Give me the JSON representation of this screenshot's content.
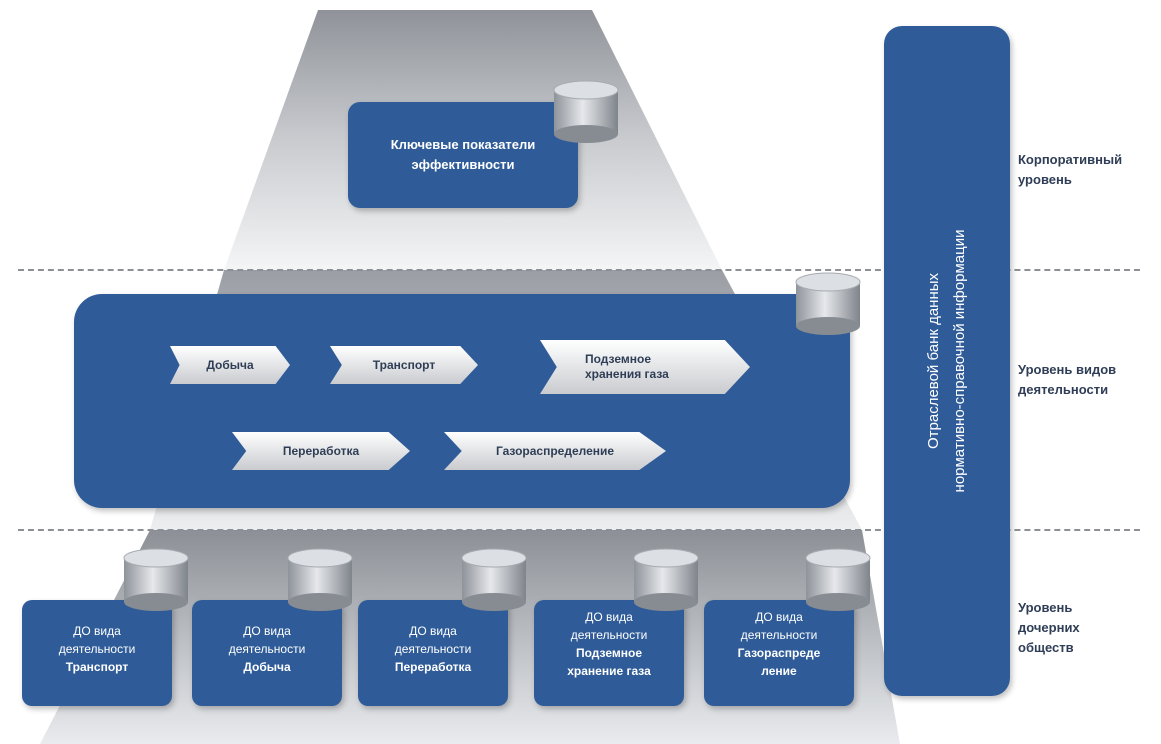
{
  "vertical_bank": {
    "line1": "Отраслевой банк данных",
    "line2": "нормативно-справочной информации"
  },
  "levels": [
    {
      "label": "Корпоративный уровень"
    },
    {
      "label": "Уровень видов деятельности"
    },
    {
      "label": "Уровень дочерних обществ"
    }
  ],
  "corporate_box": {
    "label": "Ключевые показатели эффективности"
  },
  "activities": {
    "row1": [
      "Добыча",
      "Транспорт",
      "Подземное хранения газа"
    ],
    "row2": [
      "Переработка",
      "Газораспределение"
    ]
  },
  "subsidiaries": [
    {
      "line1": "ДО вида",
      "line2": "деятельности",
      "line3": "Транспорт"
    },
    {
      "line1": "ДО вида",
      "line2": "деятельности",
      "line3": "Добыча"
    },
    {
      "line1": "ДО вида",
      "line2": "деятельности",
      "line3": "Переработка"
    },
    {
      "line1": "ДО вида",
      "line2": "деятельности",
      "line3": "Подземное хранение газа"
    },
    {
      "line1": "ДО вида",
      "line2": "деятельности",
      "line3": "Газораспреде ление"
    }
  ],
  "colors": {
    "box": "#2f5c98",
    "level_text": "#2f3e56",
    "background_funnel": "#9a9ea4"
  },
  "icons": {
    "database": "database-cylinder-icon"
  }
}
